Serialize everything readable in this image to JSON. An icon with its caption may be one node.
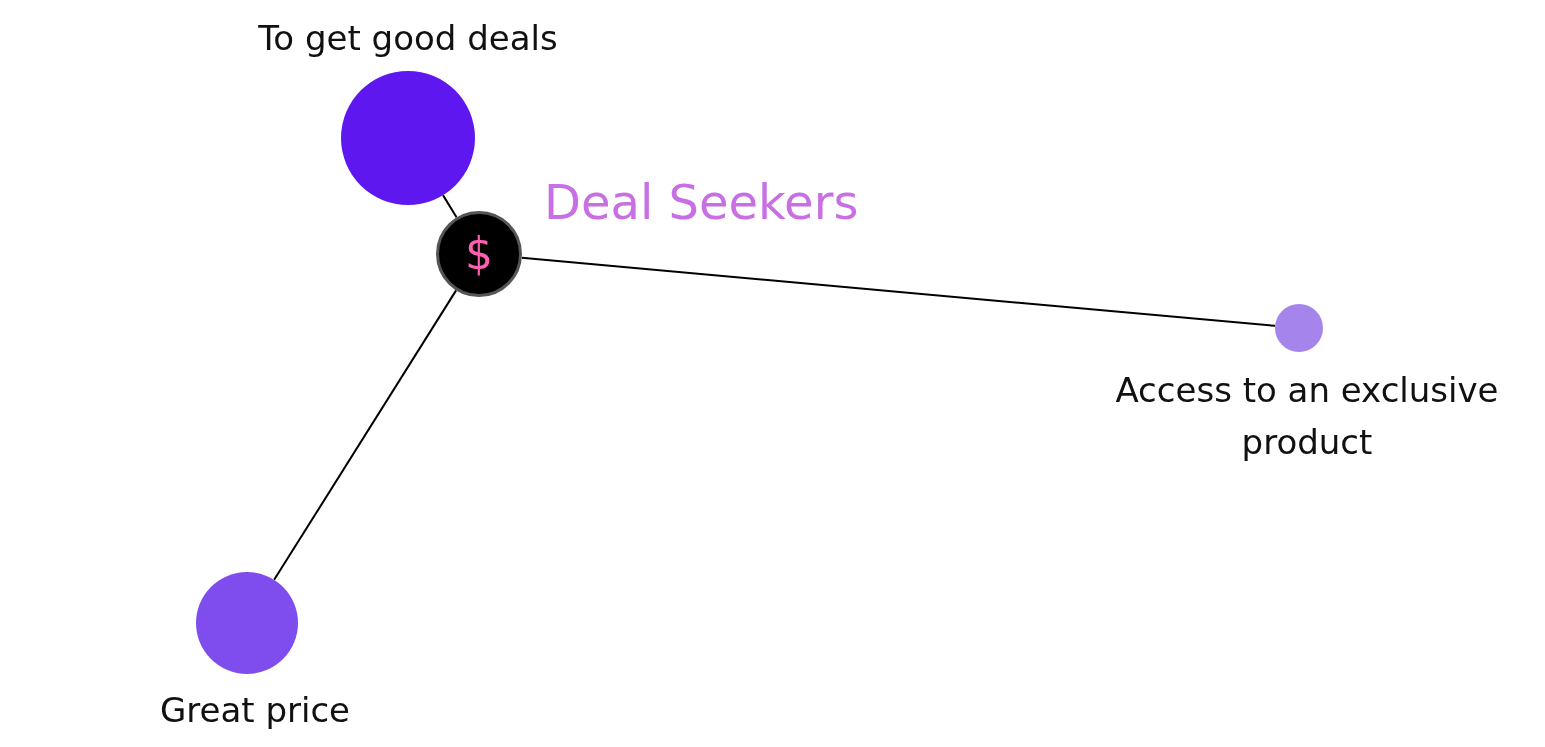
{
  "diagram": {
    "nodes": [
      {
        "text": [
          "$"
        ],
        "beside": [
          "Deal Seekers"
        ]
      },
      {
        "text": [
          "To get good deals"
        ]
      },
      {
        "text": [
          "Access to an exclusive product"
        ]
      },
      {
        "text": [
          "Great price"
        ]
      }
    ],
    "edges": [
      {
        "from": 0,
        "to": 1,
        "arrow": "none"
      },
      {
        "from": 0,
        "to": 2,
        "arrow": "none"
      },
      {
        "from": 0,
        "to": 3,
        "arrow": "none"
      }
    ]
  }
}
